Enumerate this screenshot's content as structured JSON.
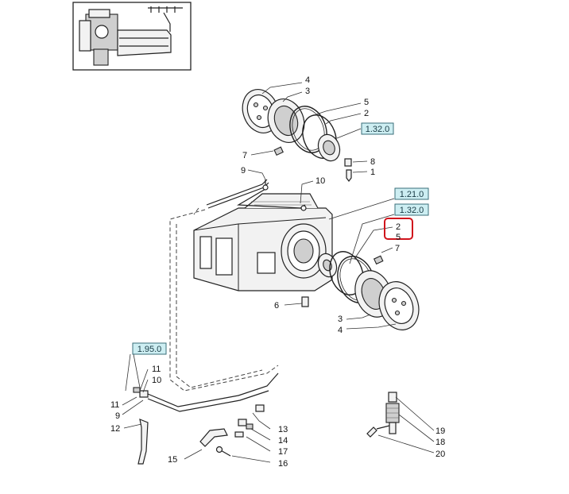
{
  "diagram": {
    "references": [
      {
        "id": "ref-132-top",
        "label": "1.32.0"
      },
      {
        "id": "ref-121",
        "label": "1.21.0"
      },
      {
        "id": "ref-132-mid",
        "label": "1.32.0"
      },
      {
        "id": "ref-195",
        "label": "1.95.0"
      }
    ],
    "callouts": [
      {
        "id": "c4a",
        "label": "4"
      },
      {
        "id": "c3a",
        "label": "3"
      },
      {
        "id": "c5a",
        "label": "5"
      },
      {
        "id": "c2a",
        "label": "2"
      },
      {
        "id": "c7a",
        "label": "7"
      },
      {
        "id": "c8",
        "label": "8"
      },
      {
        "id": "c1",
        "label": "1"
      },
      {
        "id": "c9a",
        "label": "9"
      },
      {
        "id": "c10a",
        "label": "10"
      },
      {
        "id": "c2b",
        "label": "2"
      },
      {
        "id": "c5b",
        "label": "5"
      },
      {
        "id": "c7b",
        "label": "7"
      },
      {
        "id": "c6",
        "label": "6"
      },
      {
        "id": "c3b",
        "label": "3"
      },
      {
        "id": "c4b",
        "label": "4"
      },
      {
        "id": "c11a",
        "label": "11"
      },
      {
        "id": "c10b",
        "label": "10"
      },
      {
        "id": "c11b",
        "label": "11"
      },
      {
        "id": "c9b",
        "label": "9"
      },
      {
        "id": "c12",
        "label": "12"
      },
      {
        "id": "c13",
        "label": "13"
      },
      {
        "id": "c14",
        "label": "14"
      },
      {
        "id": "c17",
        "label": "17"
      },
      {
        "id": "c15",
        "label": "15"
      },
      {
        "id": "c16",
        "label": "16"
      },
      {
        "id": "c19",
        "label": "19"
      },
      {
        "id": "c18",
        "label": "18"
      },
      {
        "id": "c20",
        "label": "20"
      }
    ],
    "highlight_color": "#d0141c",
    "reference_box_color": "#cdeef2"
  }
}
